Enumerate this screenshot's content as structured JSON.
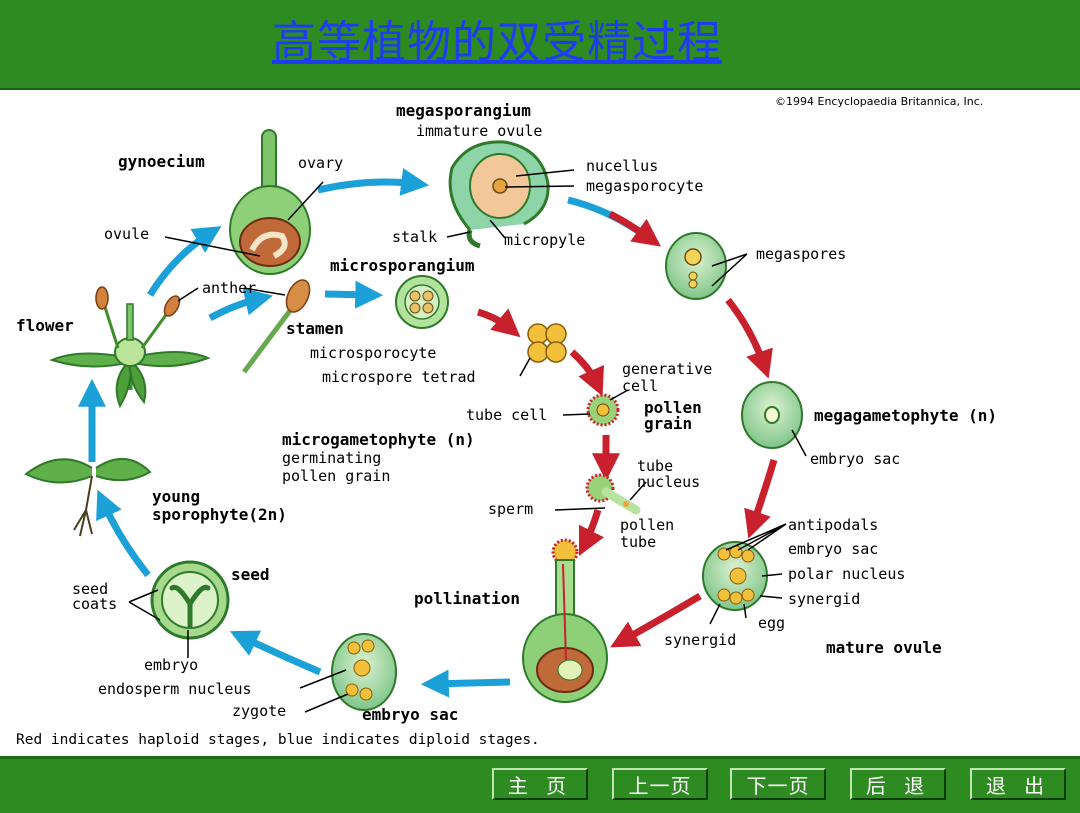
{
  "title": "高等植物的双受精过程",
  "copyright": "©1994 Encyclopaedia Britannica, Inc.",
  "labels": {
    "megasporangium": "megasporangium",
    "immature_ovule": "immature ovule",
    "gynoecium": "gynoecium",
    "ovary": "ovary",
    "nucellus": "nucellus",
    "megasporocyte": "megasporocyte",
    "ovule": "ovule",
    "stalk": "stalk",
    "micropyle": "micropyle",
    "megaspores": "megaspores",
    "microsporangium": "microsporangium",
    "anther": "anther",
    "flower": "flower",
    "stamen": "stamen",
    "microsporocyte": "microsporocyte",
    "microspore_tetrad": "microspore tetrad",
    "generative_cell_1": "generative",
    "generative_cell_2": "cell",
    "tube_cell": "tube cell",
    "pollen_grain_1": "pollen",
    "pollen_grain_2": "grain",
    "megagametophyte": "megagametophyte (n)",
    "microgametophyte": "microgametophyte (n)",
    "germinating_1": "germinating",
    "germinating_2": "pollen grain",
    "embryo_sac_1": "embryo sac",
    "tube_nucleus_1": "tube",
    "tube_nucleus_2": "nucleus",
    "young_1": "young",
    "young_2": "sporophyte(2n)",
    "sperm": "sperm",
    "pollen_tube_1": "pollen",
    "pollen_tube_2": "tube",
    "antipodals": "antipodals",
    "embryo_sac_2": "embryo sac",
    "polar_nucleus": "polar nucleus",
    "synergid_1": "synergid",
    "egg": "egg",
    "synergid_2": "synergid",
    "seed": "seed",
    "seed_coats_1": "seed",
    "seed_coats_2": "coats",
    "pollination": "pollination",
    "mature_ovule": "mature ovule",
    "embryo": "embryo",
    "endosperm_nucleus": "endosperm nucleus",
    "zygote": "zygote",
    "embryo_sac_3": "embryo sac"
  },
  "caption": "Red indicates haploid stages, blue indicates diploid stages.",
  "nav": {
    "home": "主 页",
    "prev": "上一页",
    "next": "下一页",
    "back": "后 退",
    "exit": "退 出"
  },
  "colors": {
    "header_bg": "#2e8b22",
    "title": "#1f3df0",
    "diploid_arrow": "#1ba1d8",
    "haploid_arrow": "#c8202c"
  }
}
